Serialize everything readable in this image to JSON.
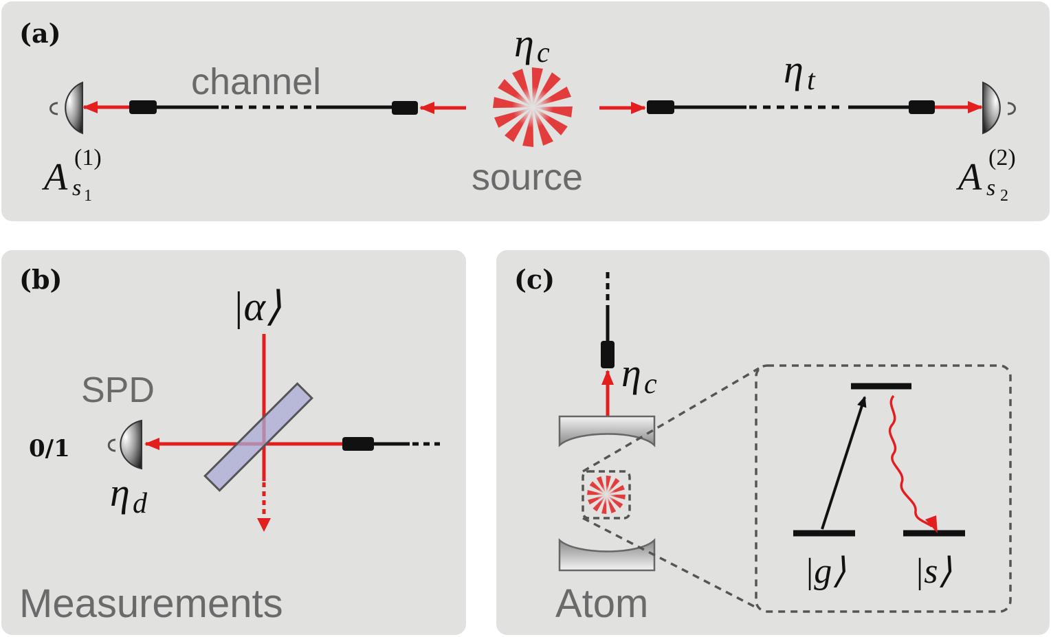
{
  "panels": {
    "a": {
      "tag": "(a)",
      "channel_label": "channel",
      "source_label": "source",
      "eta_c": {
        "base": "η",
        "sub": "c"
      },
      "eta_t": {
        "base": "η",
        "sub": "t"
      },
      "detector_left": {
        "base": "A",
        "sub": "s",
        "subsub": "1",
        "sup": "(1)"
      },
      "detector_right": {
        "base": "A",
        "sub": "s",
        "subsub": "2",
        "sup": "(2)"
      }
    },
    "b": {
      "tag": "(b)",
      "title": "Measurements",
      "spd_label": "SPD",
      "outcome_label": "0/1",
      "ket_alpha": "|α⟩",
      "eta_d": {
        "base": "η",
        "sub": "d"
      }
    },
    "c": {
      "tag": "(c)",
      "title": "Atom",
      "eta_c": {
        "base": "η",
        "sub": "c"
      },
      "ket_g": "|g⟩",
      "ket_s": "|s⟩"
    }
  },
  "colors": {
    "panel_bg": "#e1e1e0",
    "beam": "#e31e1e",
    "fiber": "#111111",
    "label_gray": "#6a6a6a",
    "beamsplitter": "#a9a9d6"
  }
}
